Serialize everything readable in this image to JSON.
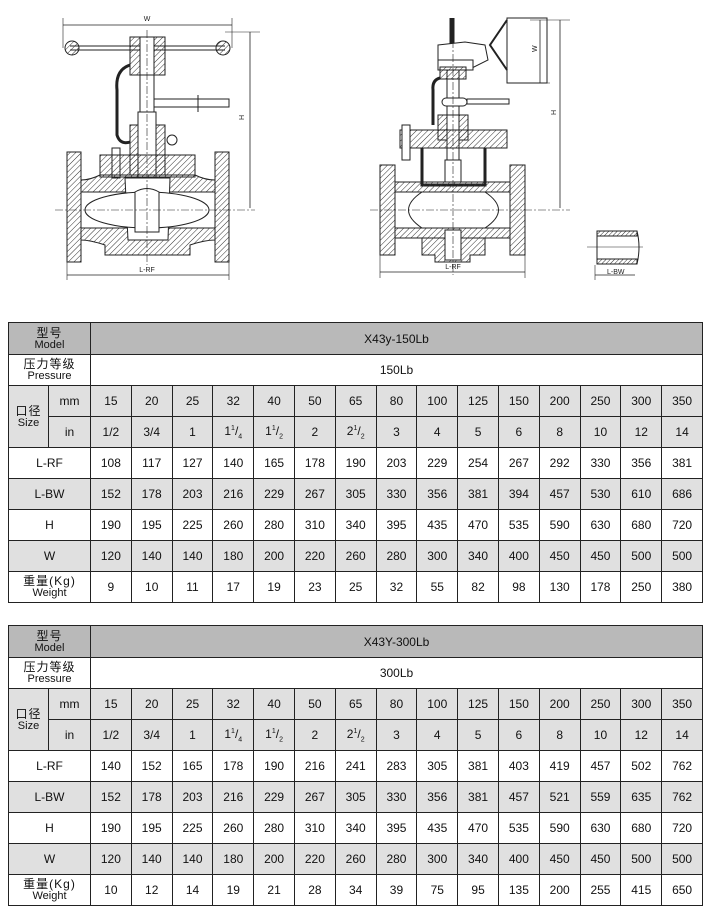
{
  "diagrams": {
    "left_valve": {
      "dim_w": "W",
      "dim_h": "H",
      "dim_l": "L-RF"
    },
    "right_valve": {
      "dim_w": "W",
      "dim_h": "H",
      "dim_l": "L-RF"
    },
    "butt_weld_end": {
      "dim_l": "L-BW"
    }
  },
  "tables": [
    {
      "model_label_cn": "型号",
      "model_label_en": "Model",
      "model_value": "X43y-150Lb",
      "pressure_label_cn": "压力等级",
      "pressure_label_en": "Pressure",
      "pressure_value": "150Lb",
      "size_label_cn": "口径",
      "size_label_en": "Size",
      "mm_label": "mm",
      "in_label": "in",
      "mm": [
        "15",
        "20",
        "25",
        "32",
        "40",
        "50",
        "65",
        "80",
        "100",
        "125",
        "150",
        "200",
        "250",
        "300",
        "350"
      ],
      "in": [
        "1/2",
        "3/4",
        "1",
        "1 1/4",
        "1 1/2",
        "2",
        "2 1/2",
        "3",
        "4",
        "5",
        "6",
        "8",
        "10",
        "12",
        "14"
      ],
      "rows": [
        {
          "label": "L-RF",
          "values": [
            "108",
            "117",
            "127",
            "140",
            "165",
            "178",
            "190",
            "203",
            "229",
            "254",
            "267",
            "292",
            "330",
            "356",
            "381"
          ]
        },
        {
          "label": "L-BW",
          "values": [
            "152",
            "178",
            "203",
            "216",
            "229",
            "267",
            "305",
            "330",
            "356",
            "381",
            "394",
            "457",
            "530",
            "610",
            "686"
          ]
        },
        {
          "label": "H",
          "values": [
            "190",
            "195",
            "225",
            "260",
            "280",
            "310",
            "340",
            "395",
            "435",
            "470",
            "535",
            "590",
            "630",
            "680",
            "720"
          ]
        },
        {
          "label": "W",
          "values": [
            "120",
            "140",
            "140",
            "180",
            "200",
            "220",
            "260",
            "280",
            "300",
            "340",
            "400",
            "450",
            "450",
            "500",
            "500"
          ]
        }
      ],
      "weight_label_cn": "重量(Kg)",
      "weight_label_en": "Weight",
      "weight": [
        "9",
        "10",
        "11",
        "17",
        "19",
        "23",
        "25",
        "32",
        "55",
        "82",
        "98",
        "130",
        "178",
        "250",
        "380"
      ]
    },
    {
      "model_label_cn": "型号",
      "model_label_en": "Model",
      "model_value": "X43Y-300Lb",
      "pressure_label_cn": "压力等级",
      "pressure_label_en": "Pressure",
      "pressure_value": "300Lb",
      "size_label_cn": "口径",
      "size_label_en": "Size",
      "mm_label": "mm",
      "in_label": "in",
      "mm": [
        "15",
        "20",
        "25",
        "32",
        "40",
        "50",
        "65",
        "80",
        "100",
        "125",
        "150",
        "200",
        "250",
        "300",
        "350"
      ],
      "in": [
        "1/2",
        "3/4",
        "1",
        "1 1/4",
        "1 1/2",
        "2",
        "2 1/2",
        "3",
        "4",
        "5",
        "6",
        "8",
        "10",
        "12",
        "14"
      ],
      "rows": [
        {
          "label": "L-RF",
          "values": [
            "140",
            "152",
            "165",
            "178",
            "190",
            "216",
            "241",
            "283",
            "305",
            "381",
            "403",
            "419",
            "457",
            "502",
            "762"
          ]
        },
        {
          "label": "L-BW",
          "values": [
            "152",
            "178",
            "203",
            "216",
            "229",
            "267",
            "305",
            "330",
            "356",
            "381",
            "457",
            "521",
            "559",
            "635",
            "762"
          ]
        },
        {
          "label": "H",
          "values": [
            "190",
            "195",
            "225",
            "260",
            "280",
            "310",
            "340",
            "395",
            "435",
            "470",
            "535",
            "590",
            "630",
            "680",
            "720"
          ]
        },
        {
          "label": "W",
          "values": [
            "120",
            "140",
            "140",
            "180",
            "200",
            "220",
            "260",
            "280",
            "300",
            "340",
            "400",
            "450",
            "450",
            "500",
            "500"
          ]
        }
      ],
      "weight_label_cn": "重量(Kg)",
      "weight_label_en": "Weight",
      "weight": [
        "10",
        "12",
        "14",
        "19",
        "21",
        "28",
        "34",
        "39",
        "75",
        "95",
        "135",
        "200",
        "255",
        "415",
        "650"
      ]
    }
  ]
}
